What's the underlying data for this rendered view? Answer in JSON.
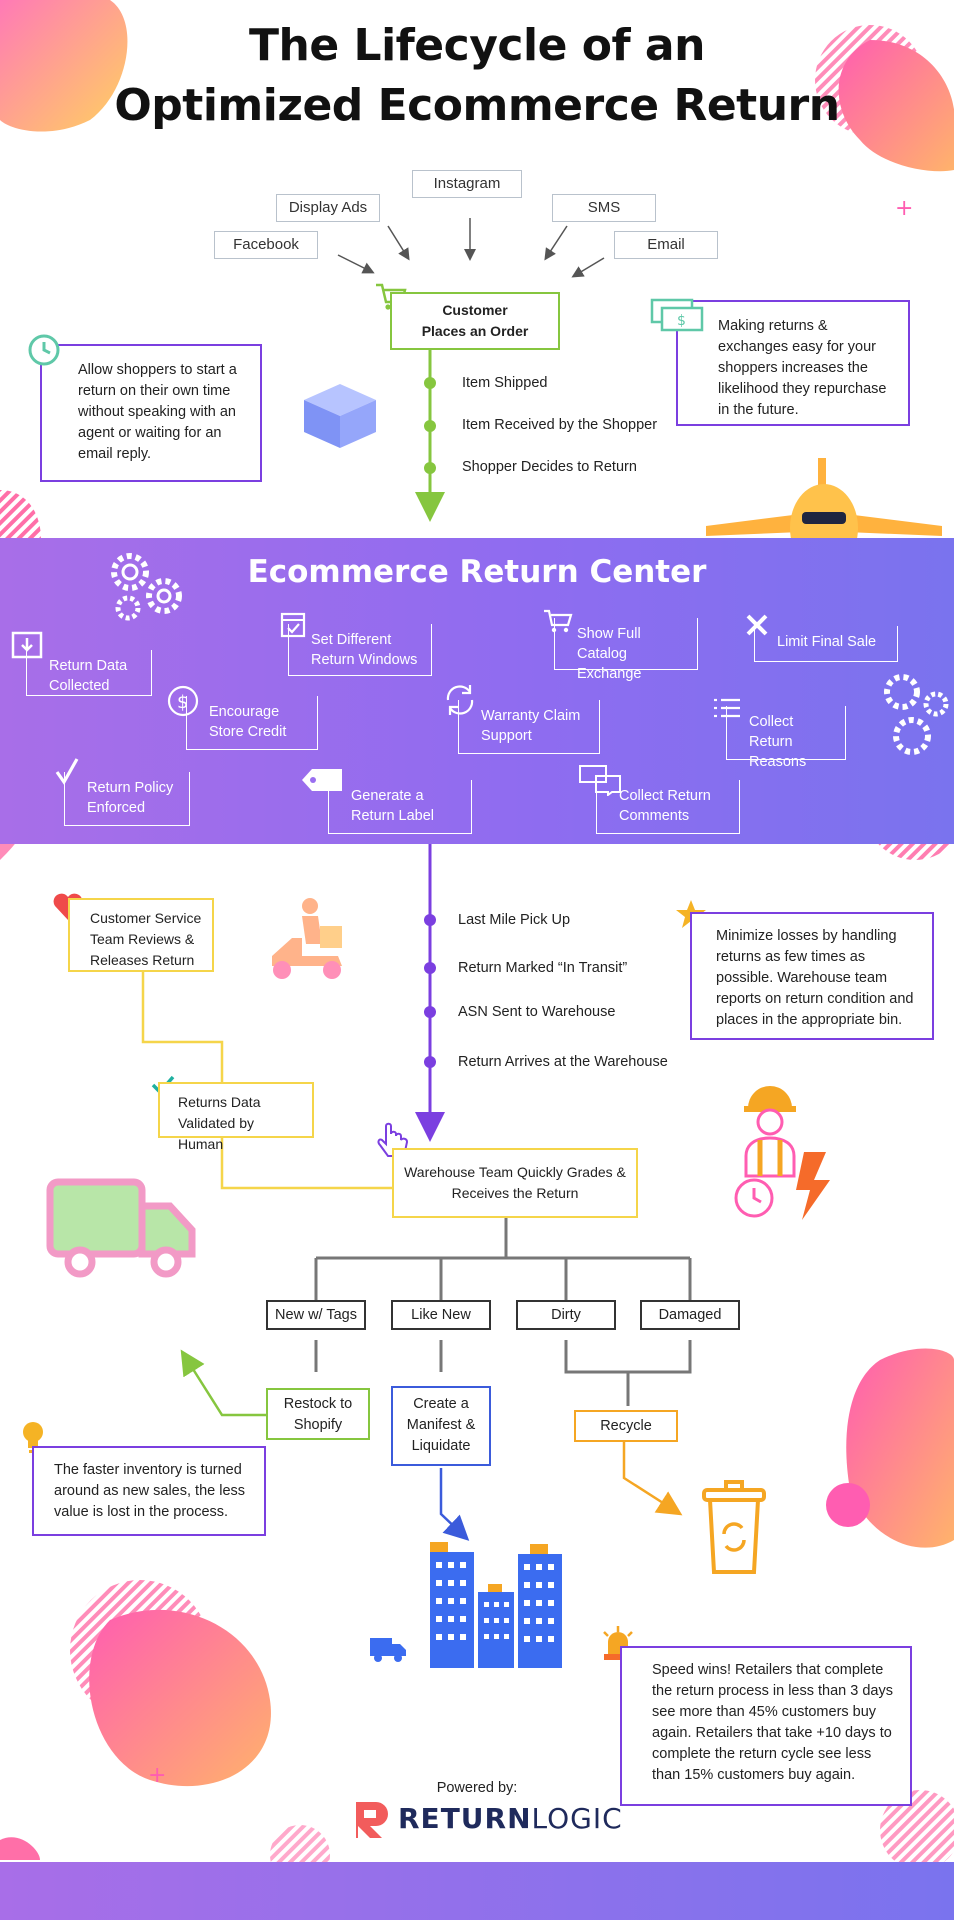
{
  "title": {
    "line1": "The Lifecycle of an",
    "line2": "Optimized Ecommerce Return"
  },
  "sources": [
    "Instagram",
    "Display Ads",
    "SMS",
    "Facebook",
    "Email"
  ],
  "order_box": {
    "line1": "Customer",
    "line2": "Places an Order"
  },
  "order_steps": [
    "Item Shipped",
    "Item Received by the Shopper",
    "Shopper Decides to Return"
  ],
  "left_note": "Allow shoppers to start a return on their own time without speaking with an agent or waiting for an email reply.",
  "right_note": "Making returns & exchanges easy for your shoppers increases the likelihood they repurchase in the future.",
  "return_center": {
    "title": "Ecommerce Return Center",
    "items": [
      {
        "label": "Return Data Collected",
        "icon": "download-box-icon"
      },
      {
        "label": "Set Different Return Windows",
        "icon": "calendar-check-icon"
      },
      {
        "label": "Show Full Catalog Exchange",
        "icon": "cart-icon"
      },
      {
        "label": "Limit Final Sale",
        "icon": "x-icon"
      },
      {
        "label": "Encourage Store Credit",
        "icon": "dollar-circle-icon"
      },
      {
        "label": "Warranty Claim Support",
        "icon": "refresh-icon"
      },
      {
        "label": "Collect Return Reasons",
        "icon": "list-icon"
      },
      {
        "label": "Return Policy Enforced",
        "icon": "checkmark-icon"
      },
      {
        "label": "Generate a Return Label",
        "icon": "tag-icon"
      },
      {
        "label": "Collect Return Comments",
        "icon": "chat-icon"
      }
    ]
  },
  "transit_steps": [
    "Last Mile Pick Up",
    "Return Marked “In Transit”",
    "ASN Sent to Warehouse",
    "Return Arrives at the Warehouse"
  ],
  "cs_box": "Customer Service Team Reviews & Releases Return",
  "validated_box": "Returns Data Validated by Human",
  "warehouse_box": "Warehouse Team Quickly Grades & Receives the Return",
  "minimize_note": "Minimize losses by handling returns as few times as possible. Warehouse team reports on return condition and places in the appropriate bin.",
  "categories": [
    "New w/ Tags",
    "Like New",
    "Dirty",
    "Damaged"
  ],
  "outcomes": {
    "restock": "Restock to Shopify",
    "manifest": "Create a Manifest & Liquidate",
    "recycle": "Recycle"
  },
  "faster_note": "The faster inventory is turned around as new sales, the less value is lost in the process.",
  "speed_note": "Speed wins! Retailers that complete the return process in less than 3 days see more than 45% customers buy again. Retailers that take +10 days to complete the return cycle see less than 15% customers buy again.",
  "footer": {
    "powered_by": "Powered by:",
    "brand_part1": "RETURN",
    "brand_part2": "LOGIC"
  },
  "colors": {
    "purple": "#7b3fe0",
    "green": "#86c63f",
    "yellow": "#f5d54a",
    "blue": "#3b5bdb",
    "orange": "#f5a623",
    "pink": "#f25ca2"
  }
}
